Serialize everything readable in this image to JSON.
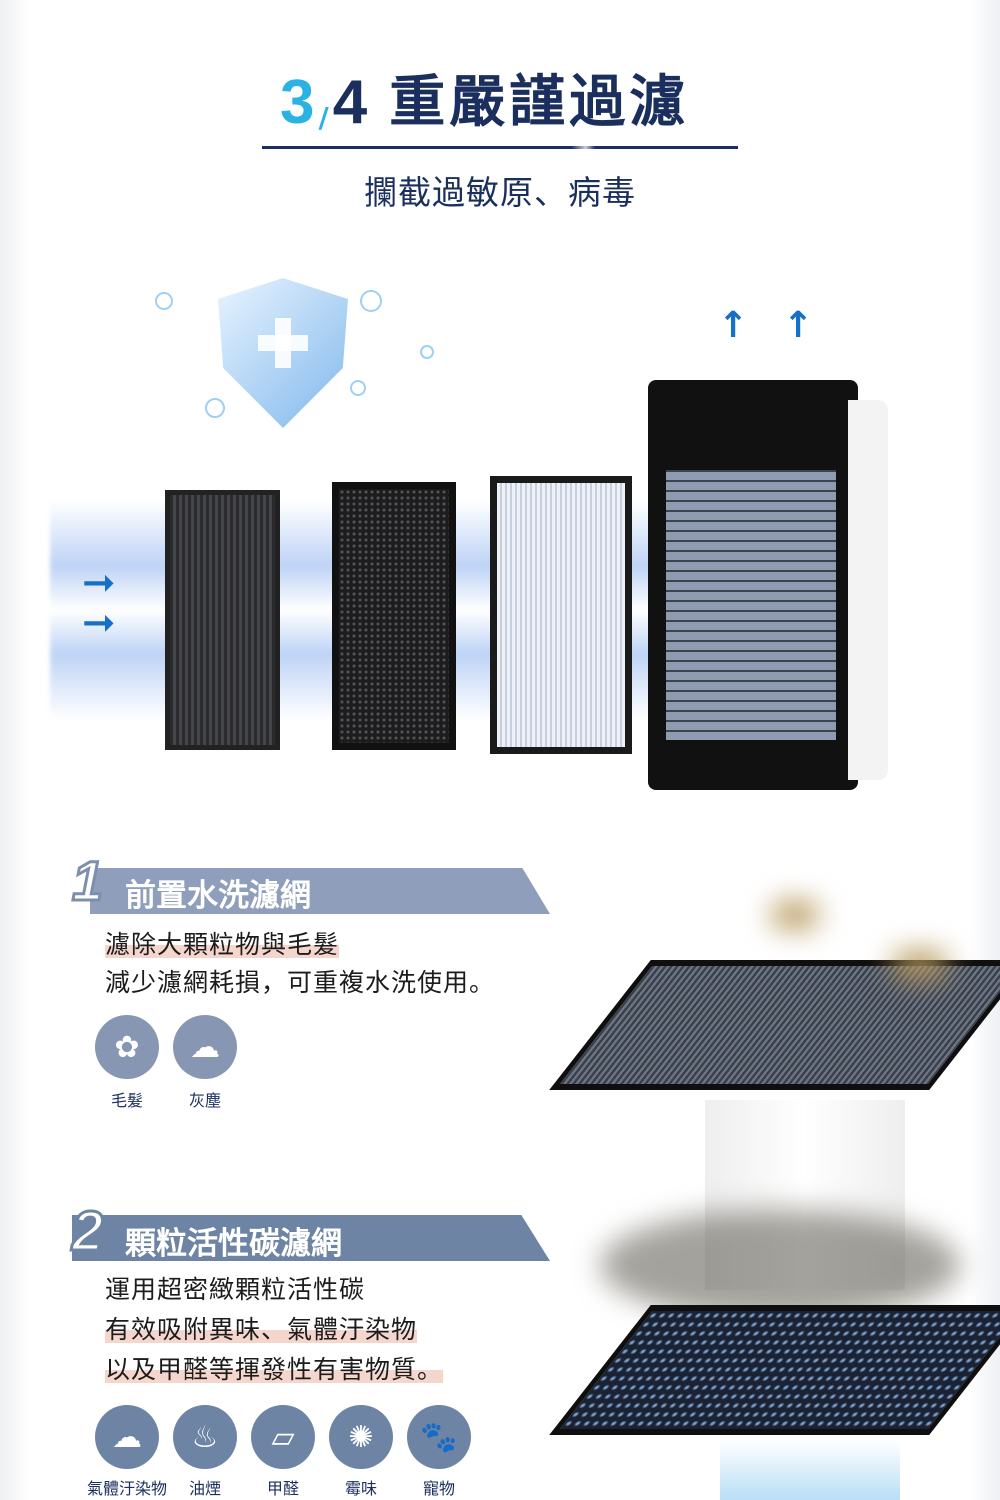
{
  "header": {
    "num_current": "3",
    "separator": "/",
    "num_total": "4",
    "title": "重嚴謹過濾",
    "subtitle": "攔截過敏原、病毒"
  },
  "sections": [
    {
      "number": "1",
      "title": "前置水洗濾網",
      "lines": [
        "濾除大顆粒物與毛髮",
        "減少濾網耗損，可重複水洗使用。"
      ],
      "icons": [
        {
          "name": "hair-icon",
          "label": "毛髮",
          "glyph": "✿"
        },
        {
          "name": "dust-icon",
          "label": "灰塵",
          "glyph": "☁"
        }
      ]
    },
    {
      "number": "2",
      "title": "顆粒活性碳濾網",
      "lines": [
        "運用超密緻顆粒活性碳",
        "有效吸附異味、氣體汙染物",
        "以及甲醛等揮發性有害物質。"
      ],
      "icons": [
        {
          "name": "gas-pollutant-icon",
          "label": "氣體汙染物",
          "glyph": "☁"
        },
        {
          "name": "cooking-fume-icon",
          "label": "油煙",
          "glyph": "♨"
        },
        {
          "name": "formaldehyde-icon",
          "label": "甲醛",
          "glyph": "▱"
        },
        {
          "name": "mold-icon",
          "label": "霉味",
          "glyph": "✺"
        },
        {
          "name": "pet-icon",
          "label": "寵物",
          "glyph": "🐾"
        }
      ]
    }
  ],
  "colors": {
    "accent": "#29b2e2",
    "navy": "#1a2f5e",
    "band": "#8f9fbb",
    "highlight": "#f5d6cc"
  }
}
